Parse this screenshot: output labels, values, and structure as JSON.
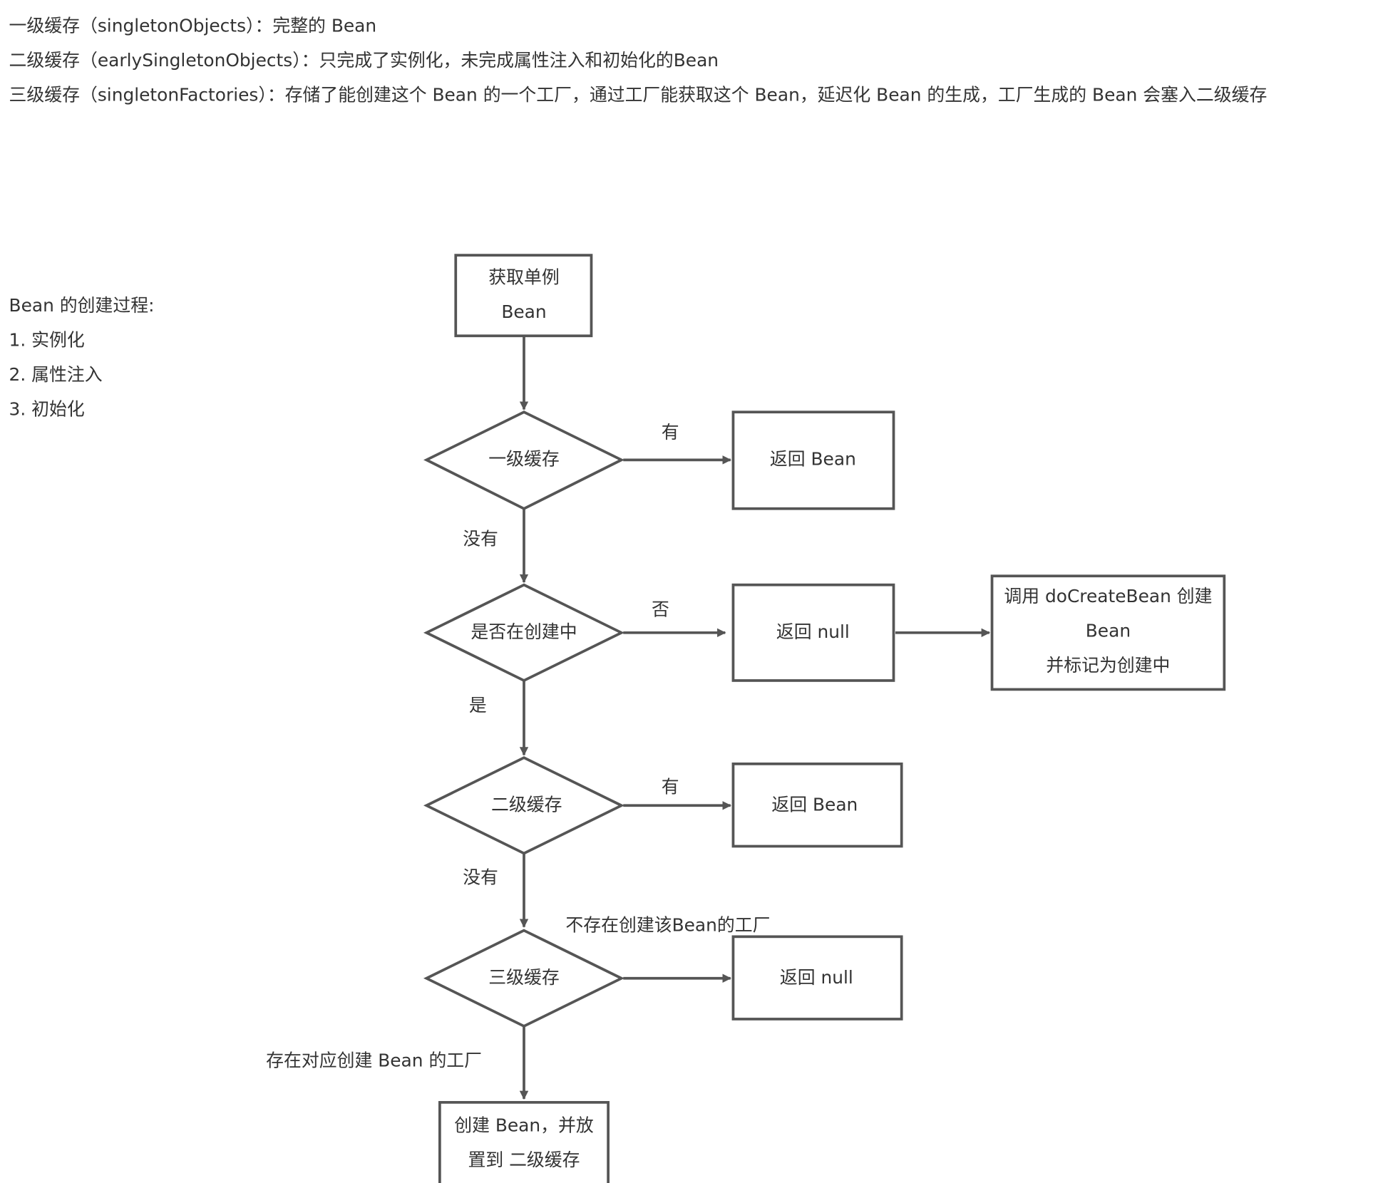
{
  "header_lines": [
    "一级缓存（singletonObjects）：完整的 Bean",
    "二级缓存（earlySingletonObjects）：只完成了实例化，未完成属性注入和初始化的Bean",
    "三级缓存（singletonFactories）：存储了能创建这个 Bean 的一个工厂，通过工厂能获取这个 Bean，延迟化 Bean 的生成，工厂生成的 Bean 会塞入二级缓存"
  ],
  "creation_steps": {
    "title": "Bean 的创建过程:",
    "items": [
      "1. 实例化",
      "2. 属性注入",
      "3. 初始化"
    ]
  },
  "flow": {
    "start": [
      "获取单例",
      "Bean"
    ],
    "d1": "一级缓存",
    "d1_yes": "有",
    "d1_no": "没有",
    "r1": "返回 Bean",
    "d2": "是否在创建中",
    "d2_no": "否",
    "d2_yes": "是",
    "r2": "返回 null",
    "create": [
      "调用 doCreateBean 创建",
      "Bean",
      "并标记为创建中"
    ],
    "d3": "二级缓存",
    "d3_yes": "有",
    "d3_no": "没有",
    "r3": "返回 Bean",
    "d4": "三级缓存",
    "d4_no": "不存在创建该Bean的工厂",
    "d4_yes": "存在对应创建 Bean 的工厂",
    "r4": "返回 null",
    "end": [
      "创建 Bean，并放",
      "置到 二级缓存"
    ]
  }
}
